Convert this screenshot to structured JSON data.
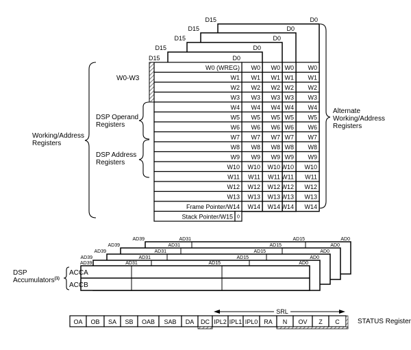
{
  "registers": {
    "msb_label": "D15",
    "lsb_label": "D0",
    "main_labels": [
      "W0 (WREG)",
      "W1",
      "W2",
      "W3",
      "W4",
      "W5",
      "W6",
      "W7",
      "W8",
      "W9",
      "W10",
      "W11",
      "W12",
      "W13",
      "Frame Pointer/W14",
      "Stack Pointer/W15"
    ],
    "shadow_labels": [
      "W0",
      "W1",
      "W2",
      "W3",
      "W4",
      "W5",
      "W6",
      "W7",
      "W8",
      "W9",
      "W10",
      "W11",
      "W12",
      "W13",
      "W14"
    ],
    "stack_pointer_lsb": "0",
    "groups": {
      "w0_w3": "W0-W3",
      "dsp_operand": [
        "DSP Operand",
        "Registers"
      ],
      "dsp_address": [
        "DSP Address",
        "Registers"
      ],
      "working": [
        "Working/Address",
        "Registers"
      ],
      "alternate": [
        "Alternate",
        "Working/Address",
        "Registers"
      ]
    }
  },
  "accumulators": {
    "group_label": "DSP",
    "group_label2": "Accumulators",
    "footnote": "(1)",
    "bit_labels": [
      "AD39",
      "AD31",
      "AD15",
      "AD0"
    ],
    "names": [
      "ACCA",
      "ACCB"
    ]
  },
  "status": {
    "bits": [
      "OA",
      "OB",
      "SA",
      "SB",
      "OAB",
      "SAB",
      "DA",
      "DC",
      "IPL2",
      "IPL1",
      "IPL0",
      "RA",
      "N",
      "OV",
      "Z",
      "C"
    ],
    "srl_label": "SRL",
    "register_label": "STATUS Register"
  }
}
